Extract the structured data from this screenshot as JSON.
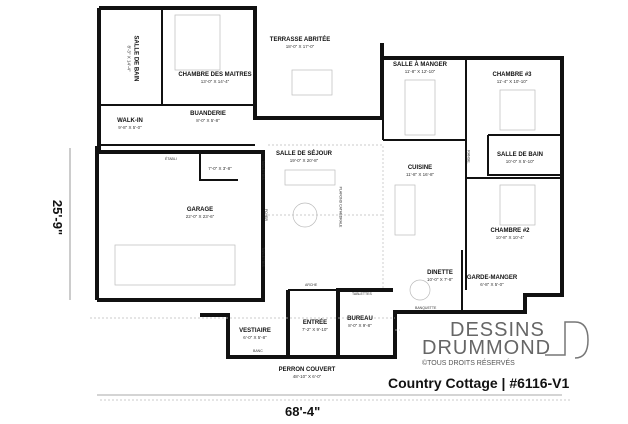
{
  "plan": {
    "rooms": [
      {
        "name": "TERRASSE ABRITÉE",
        "dims": "18'-0\" X 17'-0\""
      },
      {
        "name": "CHAMBRE DES MAITRES",
        "dims": "13'-0\" X 14'-4\""
      },
      {
        "name": "SALLE DE BAIN",
        "dims": "8'-3\" X 14'-4\""
      },
      {
        "name": "WALK-IN",
        "dims": "9'-8\" X 5'-0\""
      },
      {
        "name": "BUANDERIE",
        "dims": "8'-0\" X 5'-8\""
      },
      {
        "name": "GARAGE",
        "dims": "22'-0\" X 23'-6\""
      },
      {
        "name": "",
        "dims": "7'-0\" X 3'-8\""
      },
      {
        "name": "SALLE DE SÉJOUR",
        "dims": "19'-0\" X 20'-8\""
      },
      {
        "name": "SALLE À MANGER",
        "dims": "11'-8\" X 12'-10\""
      },
      {
        "name": "CUISINE",
        "dims": "11'-8\" X 16'-8\""
      },
      {
        "name": "CHAMBRE #3",
        "dims": "11'-4\" X 10'-10\""
      },
      {
        "name": "SALLE DE BAIN",
        "dims": "10'-0\" X 5'-10\""
      },
      {
        "name": "CHAMBRE #2",
        "dims": "10'-8\" X 10'-4\""
      },
      {
        "name": "DINETTE",
        "dims": "10'-0\" X 7'-8\""
      },
      {
        "name": "GARDE-MANGER",
        "dims": "6'-8\" X 5'-0\""
      },
      {
        "name": "BUREAU",
        "dims": "8'-0\" X 9'-8\""
      },
      {
        "name": "ENTRÉE",
        "dims": "7'-2\" X 9'-10\""
      },
      {
        "name": "VESTIAIRE",
        "dims": "6'-0\" X 5'-8\""
      },
      {
        "name": "PERRON COUVERT",
        "dims": "48'-10\" X 6'-0\""
      }
    ],
    "notes": {
      "etabli": "ÉTABLI",
      "tablettes1": "TABLETTES",
      "foyer": "FOYER",
      "tablettes2": "TABLETTES",
      "plafond": "PLAFOND CATHÉDRALE",
      "arche": "ARCHE",
      "tablettes3": "TABLETTES",
      "banquette": "BANQUETTE",
      "banc": "BANC",
      "range": "RANGE."
    },
    "width_dim": "68'-4\"",
    "depth_dim": "25'-9\""
  },
  "brand": {
    "line1": "DESSINS",
    "line2": "DRUMMOND",
    "rights": "©TOUS DROITS RÉSERVÉS"
  },
  "title": "Country Cottage | #6116-V1"
}
